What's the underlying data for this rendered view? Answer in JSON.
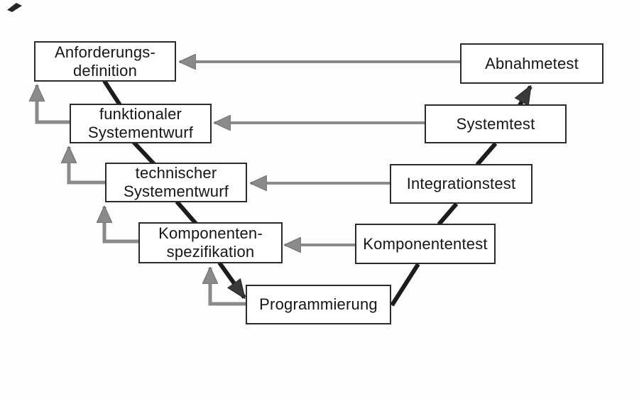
{
  "diagram": {
    "kind": "v-model-software-development",
    "nodes": {
      "anforderungsdefinition": {
        "label": "Anforderungs-\ndefinition"
      },
      "funktionaler_systementwurf": {
        "label": "funktionaler\nSystementwurf"
      },
      "technischer_systementwurf": {
        "label": "technischer\nSystementwurf"
      },
      "komponentenspezifikation": {
        "label": "Komponenten-\nspezifikation"
      },
      "programmierung": {
        "label": "Programmierung"
      },
      "komponententest": {
        "label": "Komponententest"
      },
      "integrationstest": {
        "label": "Integrationstest"
      },
      "systemtest": {
        "label": "Systemtest"
      },
      "abnahmetest": {
        "label": "Abnahmetest"
      }
    },
    "connections": {
      "black_flow_sequence": [
        {
          "from": "anforderungsdefinition",
          "to": "funktionaler_systementwurf",
          "arrowhead": false
        },
        {
          "from": "funktionaler_systementwurf",
          "to": "technischer_systementwurf",
          "arrowhead": false
        },
        {
          "from": "technischer_systementwurf",
          "to": "komponentenspezifikation",
          "arrowhead": false
        },
        {
          "from": "komponentenspezifikation",
          "to": "programmierung",
          "arrowhead": true
        },
        {
          "from": "programmierung",
          "to": "komponententest",
          "arrowhead": false
        },
        {
          "from": "komponententest",
          "to": "integrationstest",
          "arrowhead": false
        },
        {
          "from": "integrationstest",
          "to": "systemtest",
          "arrowhead": false
        },
        {
          "from": "systemtest",
          "to": "abnahmetest",
          "arrowhead": true
        }
      ],
      "gray_horizontal_verification": [
        {
          "from": "abnahmetest",
          "to": "anforderungsdefinition"
        },
        {
          "from": "systemtest",
          "to": "funktionaler_systementwurf"
        },
        {
          "from": "integrationstest",
          "to": "technischer_systementwurf"
        },
        {
          "from": "komponententest",
          "to": "komponentenspezifikation"
        }
      ],
      "gray_elbow_feedback": [
        {
          "from": "funktionaler_systementwurf",
          "to": "anforderungsdefinition"
        },
        {
          "from": "technischer_systementwurf",
          "to": "funktionaler_systementwurf"
        },
        {
          "from": "komponentenspezifikation",
          "to": "technischer_systementwurf"
        },
        {
          "from": "programmierung",
          "to": "komponentenspezifikation"
        }
      ]
    }
  },
  "colors": {
    "background": "#fdfdfd",
    "box_fill": "#ffffff",
    "box_border": "#2b2b2b",
    "text": "#161616",
    "gray_arrow": "#8a8a8a",
    "black_line": "#1c1c1c",
    "dark_arrowhead": "#3a3a3a"
  }
}
